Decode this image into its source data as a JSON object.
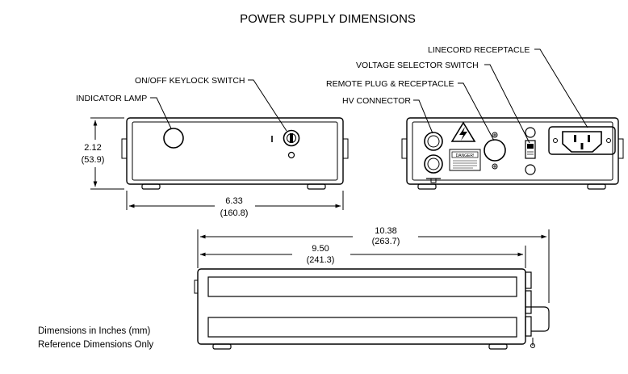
{
  "title": "POWER SUPPLY DIMENSIONS",
  "front_view": {
    "callouts": {
      "indicator_lamp": "INDICATOR LAMP",
      "keylock_switch": "ON/OFF KEYLOCK SWITCH"
    },
    "height": {
      "inches": "2.12",
      "mm": "(53.9)"
    },
    "width": {
      "inches": "6.33",
      "mm": "(160.8)"
    }
  },
  "rear_view": {
    "callouts": {
      "linecord_receptacle": "LINECORD RECEPTACLE",
      "voltage_selector": "VOLTAGE SELECTOR SWITCH",
      "remote_plug": "REMOTE PLUG & RECEPTACLE",
      "hv_connector": "HV CONNECTOR"
    },
    "danger_label": "DANGER!"
  },
  "side_view": {
    "overall_length": {
      "inches": "10.38",
      "mm": "(263.7)"
    },
    "body_length": {
      "inches": "9.50",
      "mm": "(241.3)"
    }
  },
  "notes": {
    "line1": "Dimensions in Inches (mm)",
    "line2": "Reference Dimensions Only"
  }
}
